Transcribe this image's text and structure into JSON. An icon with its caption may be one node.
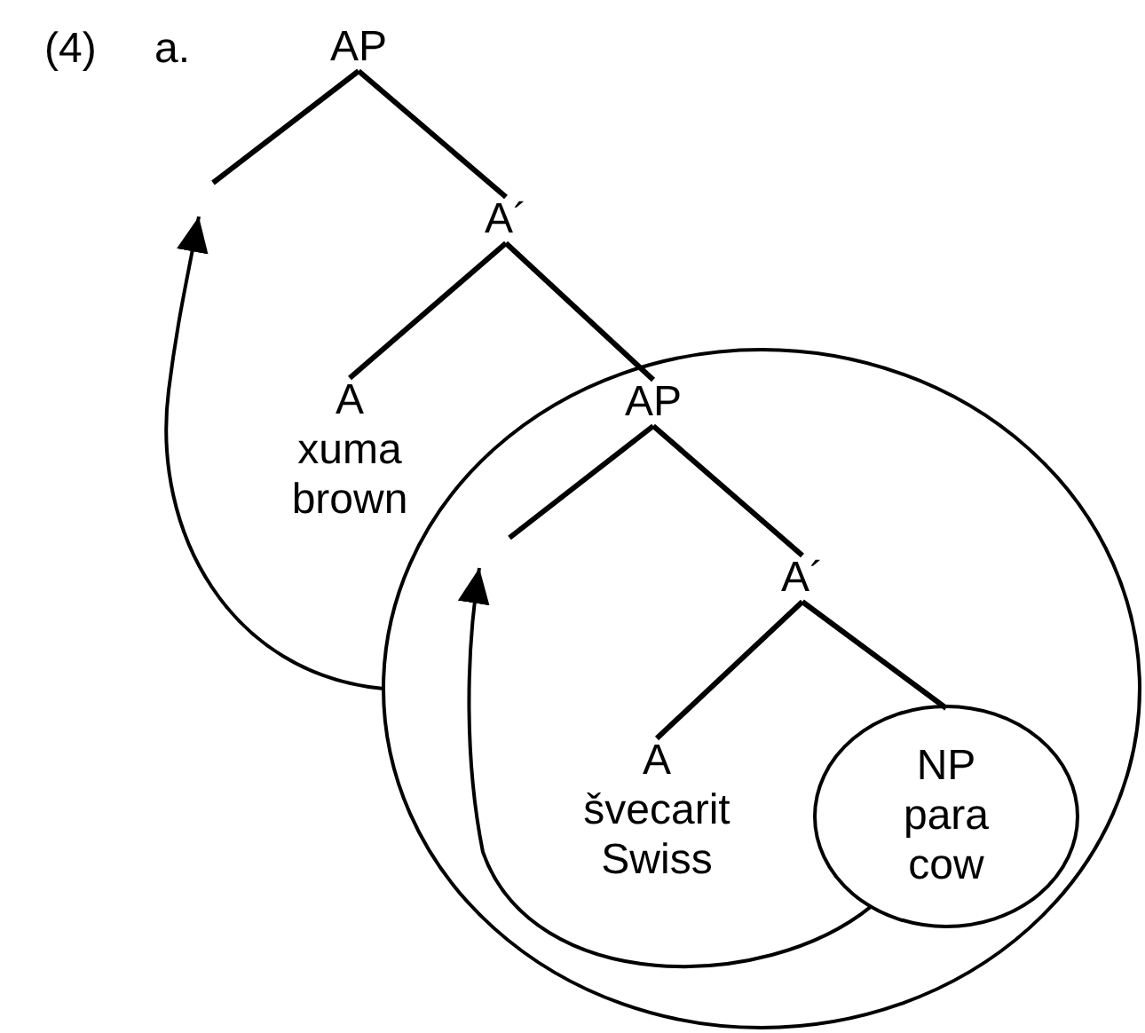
{
  "diagram": {
    "nodes": [
      {
        "text": [
          "AP"
        ]
      },
      {
        "text": [
          "A´"
        ]
      },
      {
        "text": [
          "A",
          "xuma",
          "brown"
        ]
      },
      {
        "text": [],
        "shape": "circle"
      },
      {
        "text": [
          "AP"
        ],
        "in": 3
      },
      {
        "text": [
          "A´"
        ],
        "in": 3
      },
      {
        "text": [
          "A",
          "švecarit",
          "Swiss"
        ],
        "in": 3
      },
      {
        "text": [
          "NP",
          "para",
          "cow"
        ],
        "in": 3
      }
    ],
    "edges": [
      {
        "from": 0,
        "to": null,
        "arrow": "none"
      },
      {
        "from": 0,
        "to": 1,
        "arrow": "none"
      },
      {
        "from": 1,
        "to": 2,
        "arrow": "none"
      },
      {
        "from": 1,
        "to": 4,
        "arrow": "none"
      },
      {
        "from": 4,
        "to": null,
        "arrow": "none"
      },
      {
        "from": 4,
        "to": 5,
        "arrow": "none"
      },
      {
        "from": 5,
        "to": 6,
        "arrow": "none"
      },
      {
        "from": 5,
        "to": 7,
        "arrow": "none"
      },
      {
        "from": 7,
        "to": null,
        "arrow": "to"
      },
      {
        "from": 3,
        "to": null,
        "arrow": "to"
      }
    ],
    "labels": [
      "(4)",
      "a."
    ]
  }
}
